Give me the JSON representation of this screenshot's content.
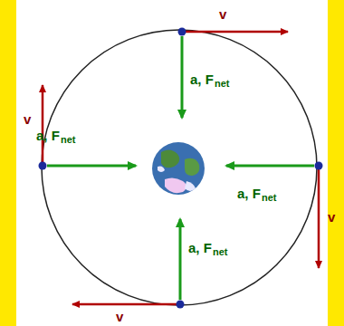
{
  "diagram": {
    "labels": [
      "v",
      "a, F",
      "net",
      "v",
      "a, F",
      "net",
      "v",
      "a, F",
      "net",
      "v",
      "a, F",
      "net"
    ]
  }
}
